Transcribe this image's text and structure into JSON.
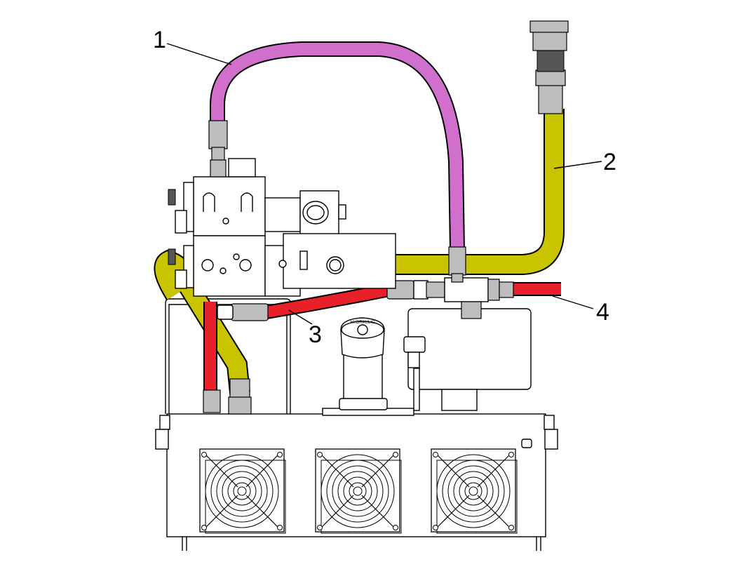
{
  "diagram": {
    "callouts": [
      {
        "id": "1",
        "label": "1"
      },
      {
        "id": "2",
        "label": "2"
      },
      {
        "id": "3",
        "label": "3"
      },
      {
        "id": "4",
        "label": "4"
      }
    ],
    "hose_colors": {
      "hose_1": "#d070cc",
      "hose_2": "#c8c400",
      "hose_3": "#e8202a",
      "hose_4": "#e8202a"
    },
    "fan_count": 3,
    "cap_label": "HYDRAULIC"
  }
}
